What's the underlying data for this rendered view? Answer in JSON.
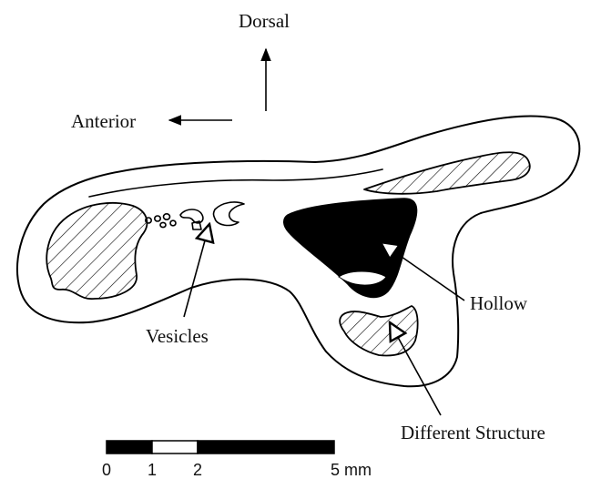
{
  "orientation": {
    "dorsal_label": "Dorsal",
    "anterior_label": "Anterior"
  },
  "callouts": {
    "vesicles": "Vesicles",
    "hollow": "Hollow",
    "different_structure": "Different Structure"
  },
  "scale_bar": {
    "tick_0": "0",
    "tick_1": "1",
    "tick_2": "2",
    "tick_5": "5 mm",
    "segment_colors": [
      "#000000",
      "#ffffff",
      "#000000"
    ]
  }
}
